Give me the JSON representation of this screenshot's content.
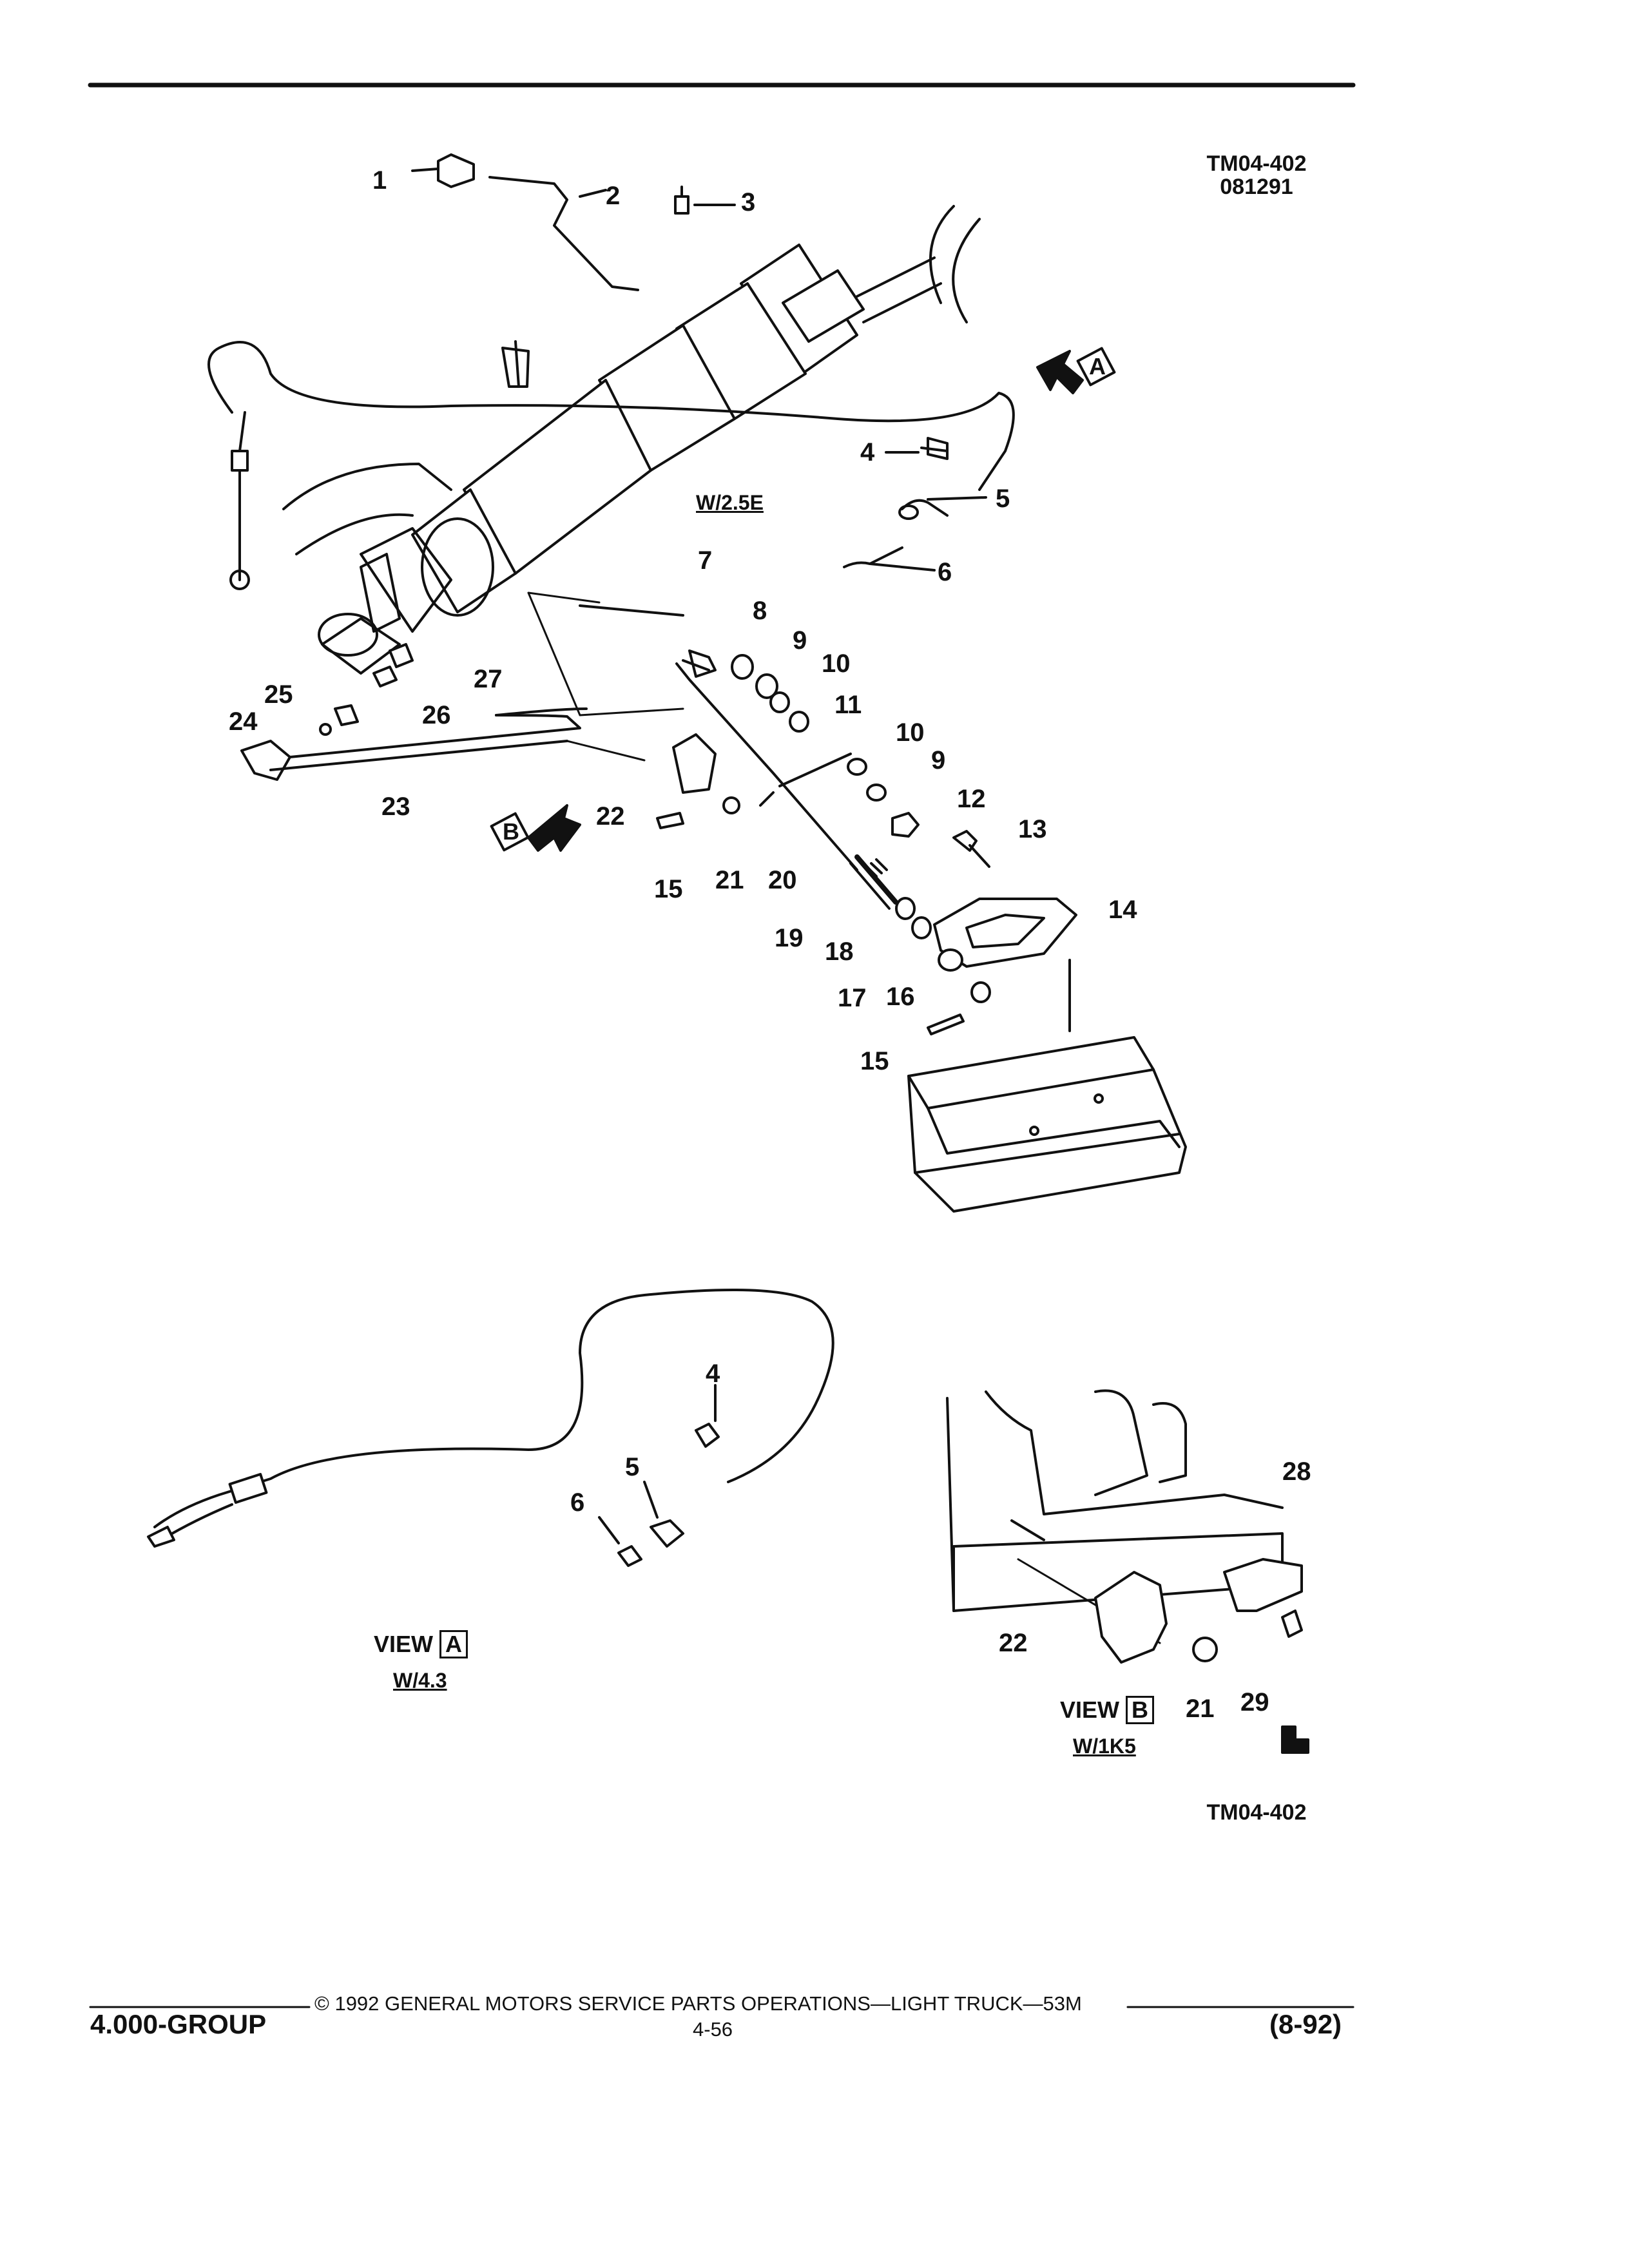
{
  "figure_code_top": "TM04-402",
  "figure_date": "081291",
  "figure_code_bottom": "TM04-402",
  "view_markers": {
    "a": "A",
    "b": "B"
  },
  "main_view_label": "W/2.5E",
  "view_a": {
    "prefix": "VIEW",
    "letter": "A",
    "sub": "W/4.3"
  },
  "view_b": {
    "prefix": "VIEW",
    "letter": "B",
    "sub": "W/1K5"
  },
  "callouts": {
    "c1": "1",
    "c2": "2",
    "c3": "3",
    "c4": "4",
    "c5": "5",
    "c6": "6",
    "c7": "7",
    "c8": "8",
    "c9a": "9",
    "c9b": "9",
    "c10a": "10",
    "c10b": "10",
    "c11": "11",
    "c12": "12",
    "c13": "13",
    "c14": "14",
    "c15a": "15",
    "c15b": "15",
    "c16": "16",
    "c17": "17",
    "c18": "18",
    "c19": "19",
    "c20": "20",
    "c21": "21",
    "c22": "22",
    "c23": "23",
    "c24": "24",
    "c25": "25",
    "c26": "26",
    "c27": "27",
    "va4": "4",
    "va5": "5",
    "va6": "6",
    "vb22": "22",
    "vb21": "21",
    "vb28": "28",
    "vb29": "29"
  },
  "footer": {
    "group": "4.000-GROUP",
    "copyright": "© 1992 GENERAL MOTORS SERVICE PARTS OPERATIONS—LIGHT TRUCK—53M",
    "page": "4-56",
    "date": "(8-92)"
  }
}
